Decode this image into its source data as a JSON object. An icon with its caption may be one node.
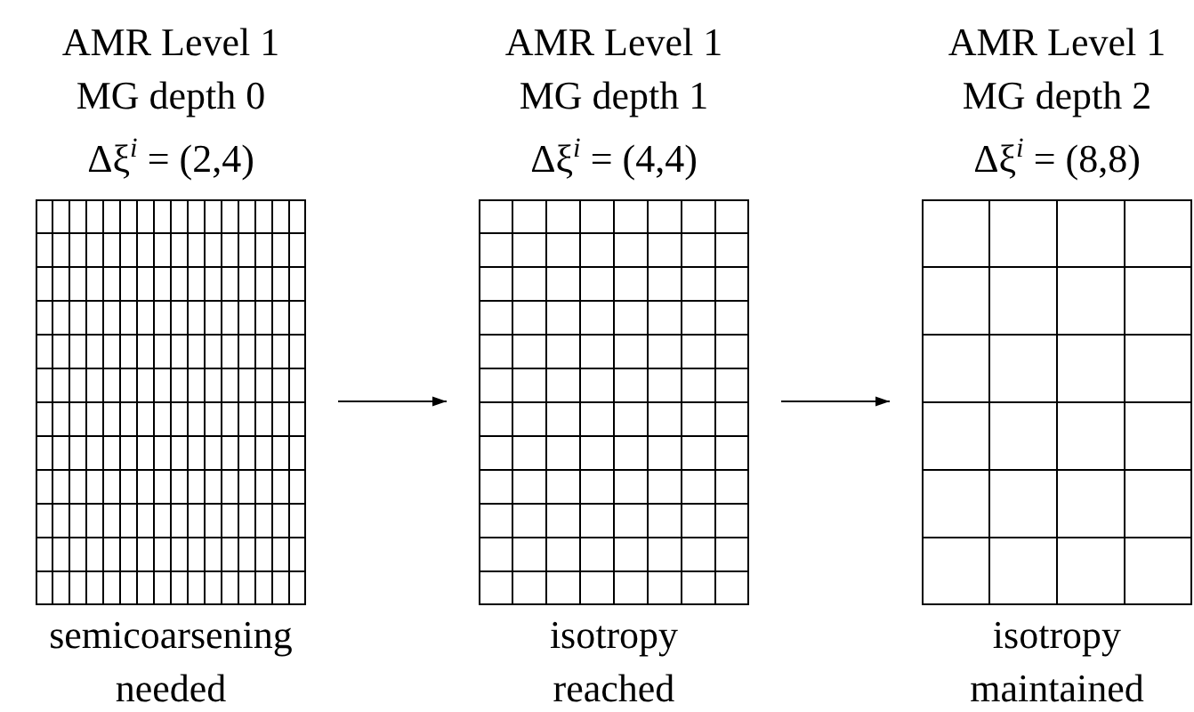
{
  "diagram": {
    "nodes": [
      {
        "text": [
          "AMR Level 1",
          "MG depth 0",
          "Δξ$^{i}$ = (2,4)",
          "semicoarsening needed"
        ]
      },
      {
        "text": [
          "AMR Level 1",
          "MG depth 1",
          "Δξ$^{i}$ = (4,4)",
          "isotropy reached"
        ]
      },
      {
        "text": [
          "AMR Level 1",
          "MG depth 2",
          "Δξ$^{i}$ = (8,8)",
          "isotropy maintained"
        ]
      }
    ],
    "edges": [
      {
        "from": 0,
        "to": 1,
        "arrow": "to"
      },
      {
        "from": 1,
        "to": 2,
        "arrow": "to"
      }
    ]
  }
}
